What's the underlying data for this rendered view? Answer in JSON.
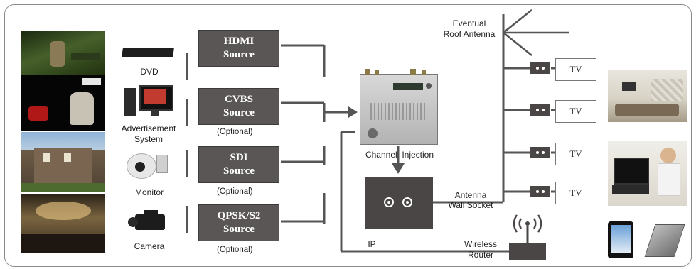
{
  "inputs": [
    {
      "device": "DVD",
      "source_lines": [
        "HDMI",
        "Source"
      ],
      "note": ""
    },
    {
      "device": "Advertisement System",
      "source_lines": [
        "CVBS",
        "Source"
      ],
      "note": "(Optional)"
    },
    {
      "device": "Monitor",
      "source_lines": [
        "SDI",
        "Source"
      ],
      "note": "(Optional)"
    },
    {
      "device": "Camera",
      "source_lines": [
        "QPSK/S2",
        "Source"
      ],
      "note": "(Optional)"
    }
  ],
  "labels": {
    "antenna": "Eventual\nRoof Antenna",
    "channel_injection": "Channel  Injection",
    "antenna_wall_socket": "Antenna\nWall Socket",
    "ip": "IP",
    "wireless_router": "Wireless\nRouter"
  },
  "tv_label": "TV",
  "tv_count": 4
}
